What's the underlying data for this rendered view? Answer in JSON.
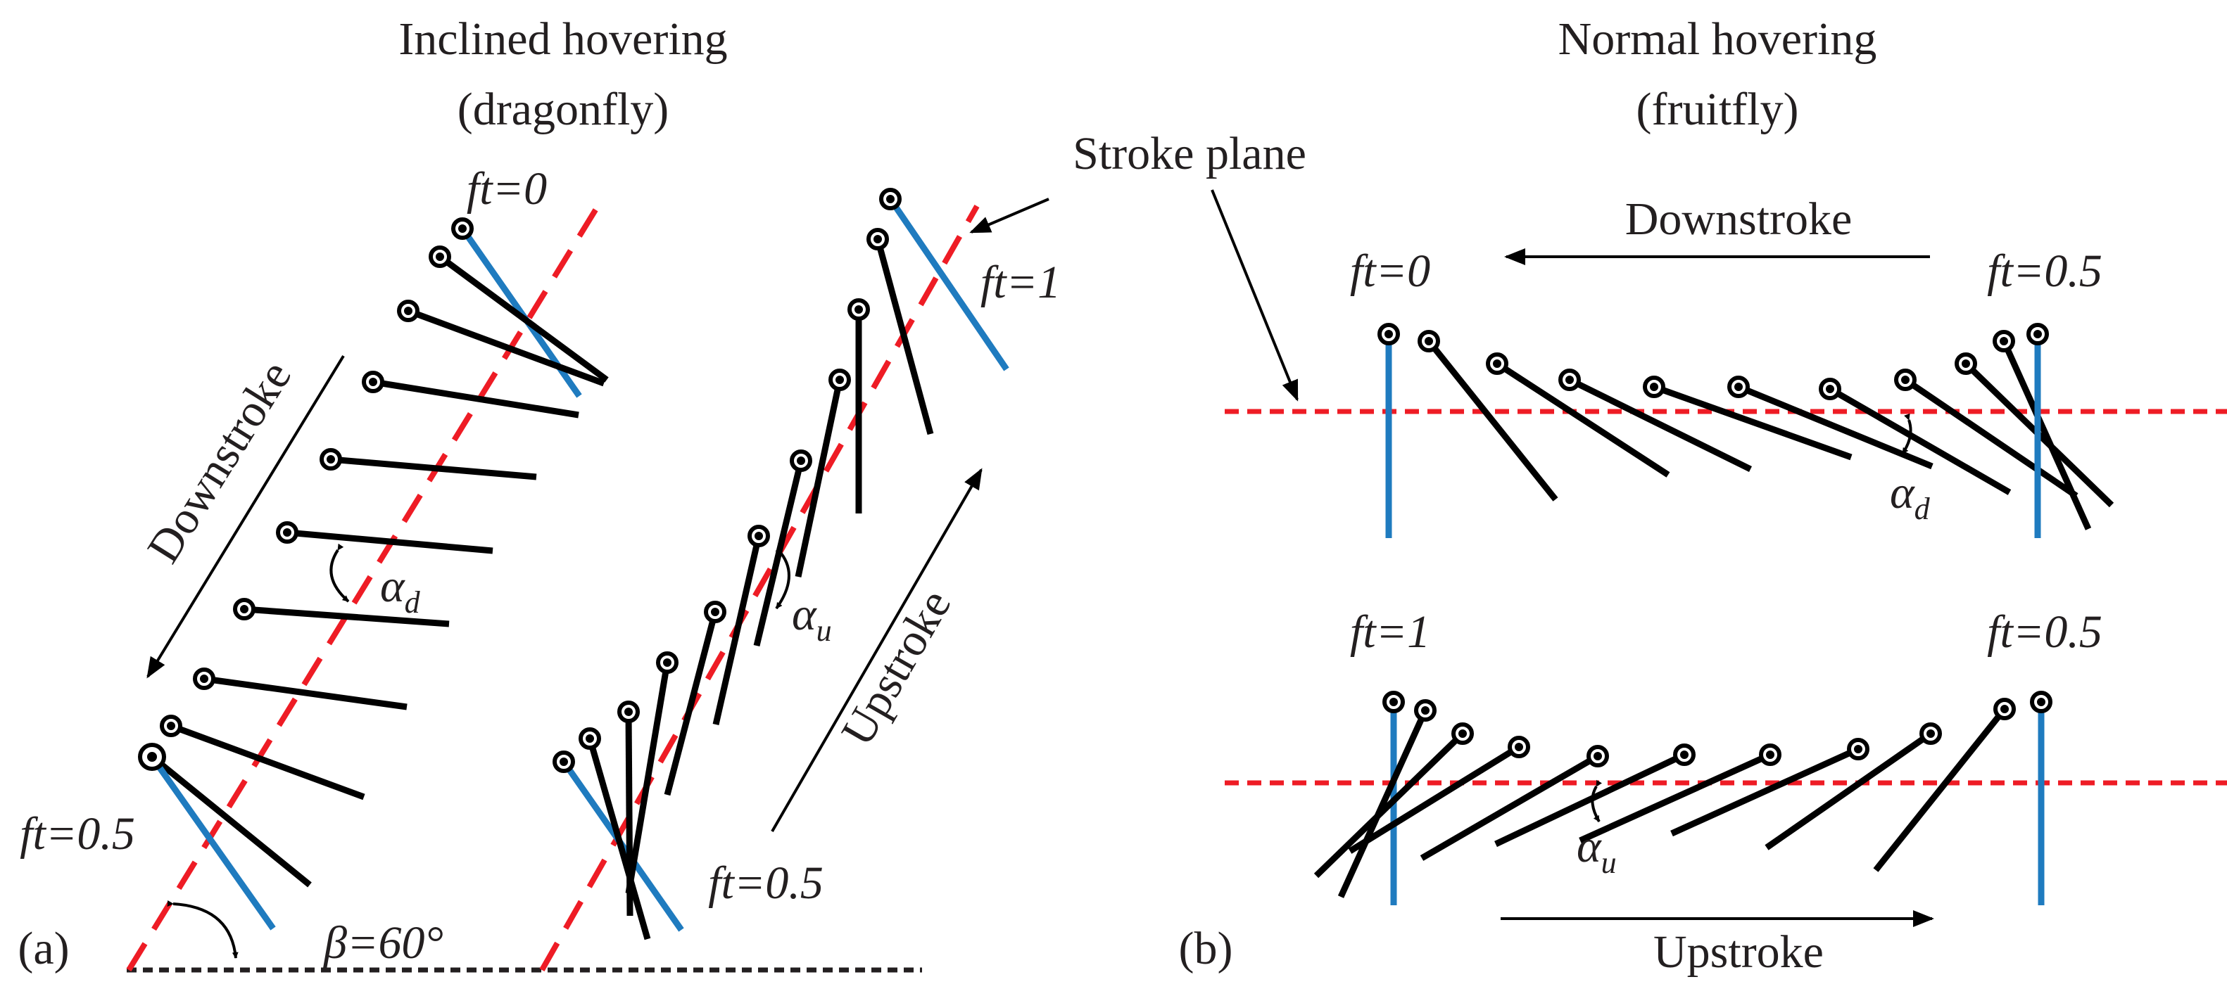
{
  "panel_a": {
    "tag": "(a)",
    "title_line1": "Inclined hovering",
    "title_line2": "(dragonfly)",
    "downstroke": "Downstroke",
    "upstroke": "Upstroke",
    "ft0": "ft=0",
    "ft05_left": "ft=0.5",
    "ft05_mid": "ft=0.5",
    "ft1": "ft=1",
    "alpha_d": "α",
    "alpha_d_sub": "d",
    "alpha_u": "α",
    "alpha_u_sub": "u",
    "beta": "β=60°",
    "stroke_angle_deg": 60
  },
  "stroke_plane": "Stroke plane",
  "panel_b": {
    "tag": "(b)",
    "title_line1": "Normal hovering",
    "title_line2": "(fruitfly)",
    "downstroke": "Downstroke",
    "upstroke": "Upstroke",
    "ft0": "ft=0",
    "ft05_top": "ft=0.5",
    "ft1": "ft=1",
    "ft05_bottom": "ft=0.5",
    "alpha_d": "α",
    "alpha_d_sub": "d",
    "alpha_u": "α",
    "alpha_u_sub": "u"
  },
  "colors": {
    "stroke_plane": "#ee1c25",
    "end_wing": "#1f7bbf",
    "wing": "#000000",
    "ground": "#231f20"
  }
}
